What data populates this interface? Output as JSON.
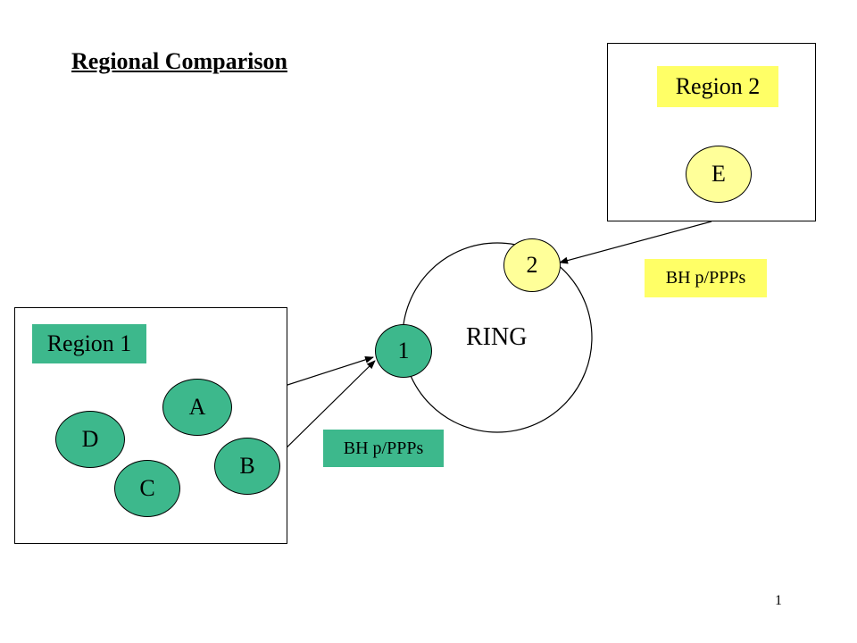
{
  "title": "Regional Comparison",
  "regions": {
    "region1": {
      "label": "Region 1",
      "nodes": {
        "a": "A",
        "b": "B",
        "c": "C",
        "d": "D"
      }
    },
    "region2": {
      "label": "Region 2",
      "nodes": {
        "e": "E"
      }
    }
  },
  "ring": {
    "label": "RING",
    "nodes": {
      "n1": "1",
      "n2": "2"
    }
  },
  "connections": {
    "region1_to_ring": "BH p/PPPs",
    "region2_to_ring": "BH p/PPPs"
  },
  "page_number": "1",
  "colors": {
    "green": "#3db88c",
    "yellow_label": "#ffff66",
    "yellow_node": "#ffff99",
    "line": "#000000"
  }
}
